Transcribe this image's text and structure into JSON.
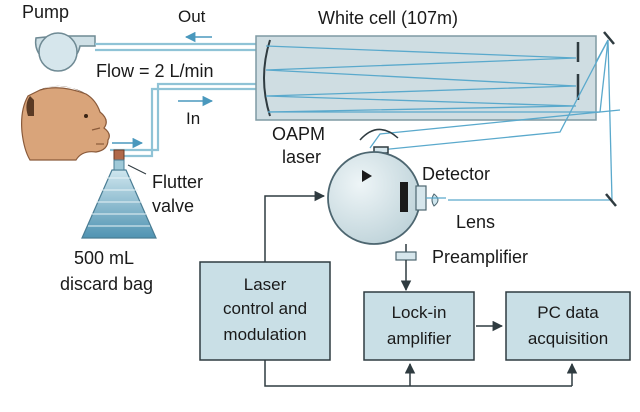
{
  "labels": {
    "pump": "Pump",
    "out": "Out",
    "white_cell": "White cell (107m)",
    "flow": "Flow = 2 L/min",
    "in": "In",
    "oapm_line1": "OAPM",
    "oapm_line2": "laser",
    "detector": "Detector",
    "flutter_line1": "Flutter",
    "flutter_line2": "valve",
    "lens": "Lens",
    "bag_line1": "500 mL",
    "bag_line2": "discard bag",
    "preamplifier": "Preamplifier"
  },
  "boxes": {
    "laser_control": [
      "Laser",
      "control and",
      "modulation"
    ],
    "lockin": [
      "Lock-in",
      "amplifier"
    ],
    "pc": [
      "PC data",
      "acquisition"
    ]
  },
  "colors": {
    "box_fill": "#c9dfe6",
    "box_stroke": "#2f3b40",
    "tube": "#8fc3d6",
    "beam": "#5aa9cc",
    "cell_fill": "#cfdde2",
    "face": "#d9a47a",
    "bag": "#7fb7cf"
  }
}
